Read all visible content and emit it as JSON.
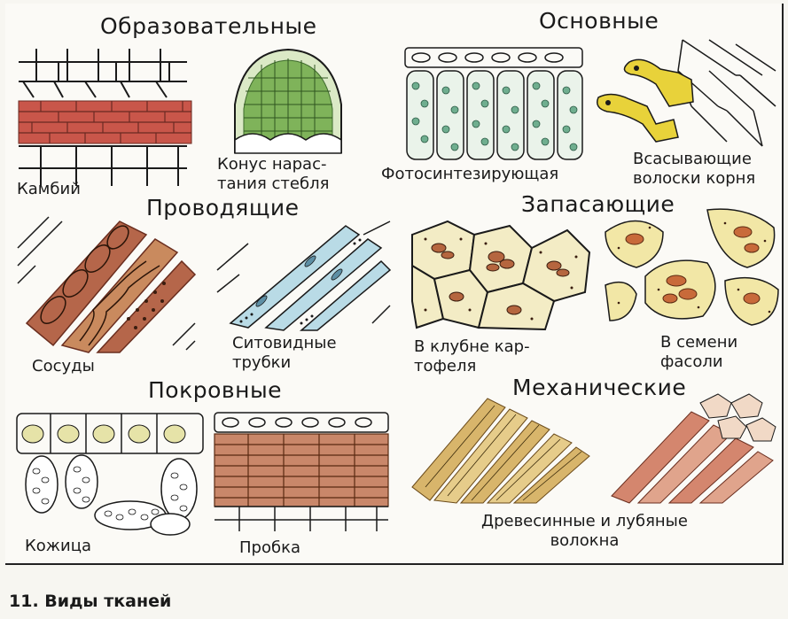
{
  "groups": {
    "educational": "Образовательные",
    "basic": "Основные",
    "conducting": "Проводящие",
    "storage": "Запасающие",
    "integumentary": "Покровные",
    "mechanical": "Механические"
  },
  "labels": {
    "cambium": "Камбий",
    "growth_cone": "Конус нарас-\nтания стебля",
    "photosynthetic": "Фотосинтезирующая",
    "root_hairs": "Всасывающие\nволоски корня",
    "vessels": "Сосуды",
    "sieve_tubes": "Ситовидные\nтрубки",
    "potato_tuber": "В клубне кар-\nтофеля",
    "bean_seed": "В семени\nфасоли",
    "epidermis": "Кожица",
    "cork": "Пробка",
    "fibers": "Древесинные и лубяные\nволокна"
  },
  "caption": "11. Виды тканей",
  "colors": {
    "ink": "#1a1a1a",
    "cambium_red": "#c9564a",
    "meristem_green": "#7fb35a",
    "chloroplast": "#6fae8f",
    "root_hair_yellow": "#e8d23a",
    "vessel_brown": "#b5664a",
    "sieve_blue": "#b9dbe6",
    "storage_yellow": "#f2e7a6",
    "cork_brown": "#c9876a",
    "fiber_tan": "#d8b56b",
    "fiber_red": "#d4866e"
  }
}
